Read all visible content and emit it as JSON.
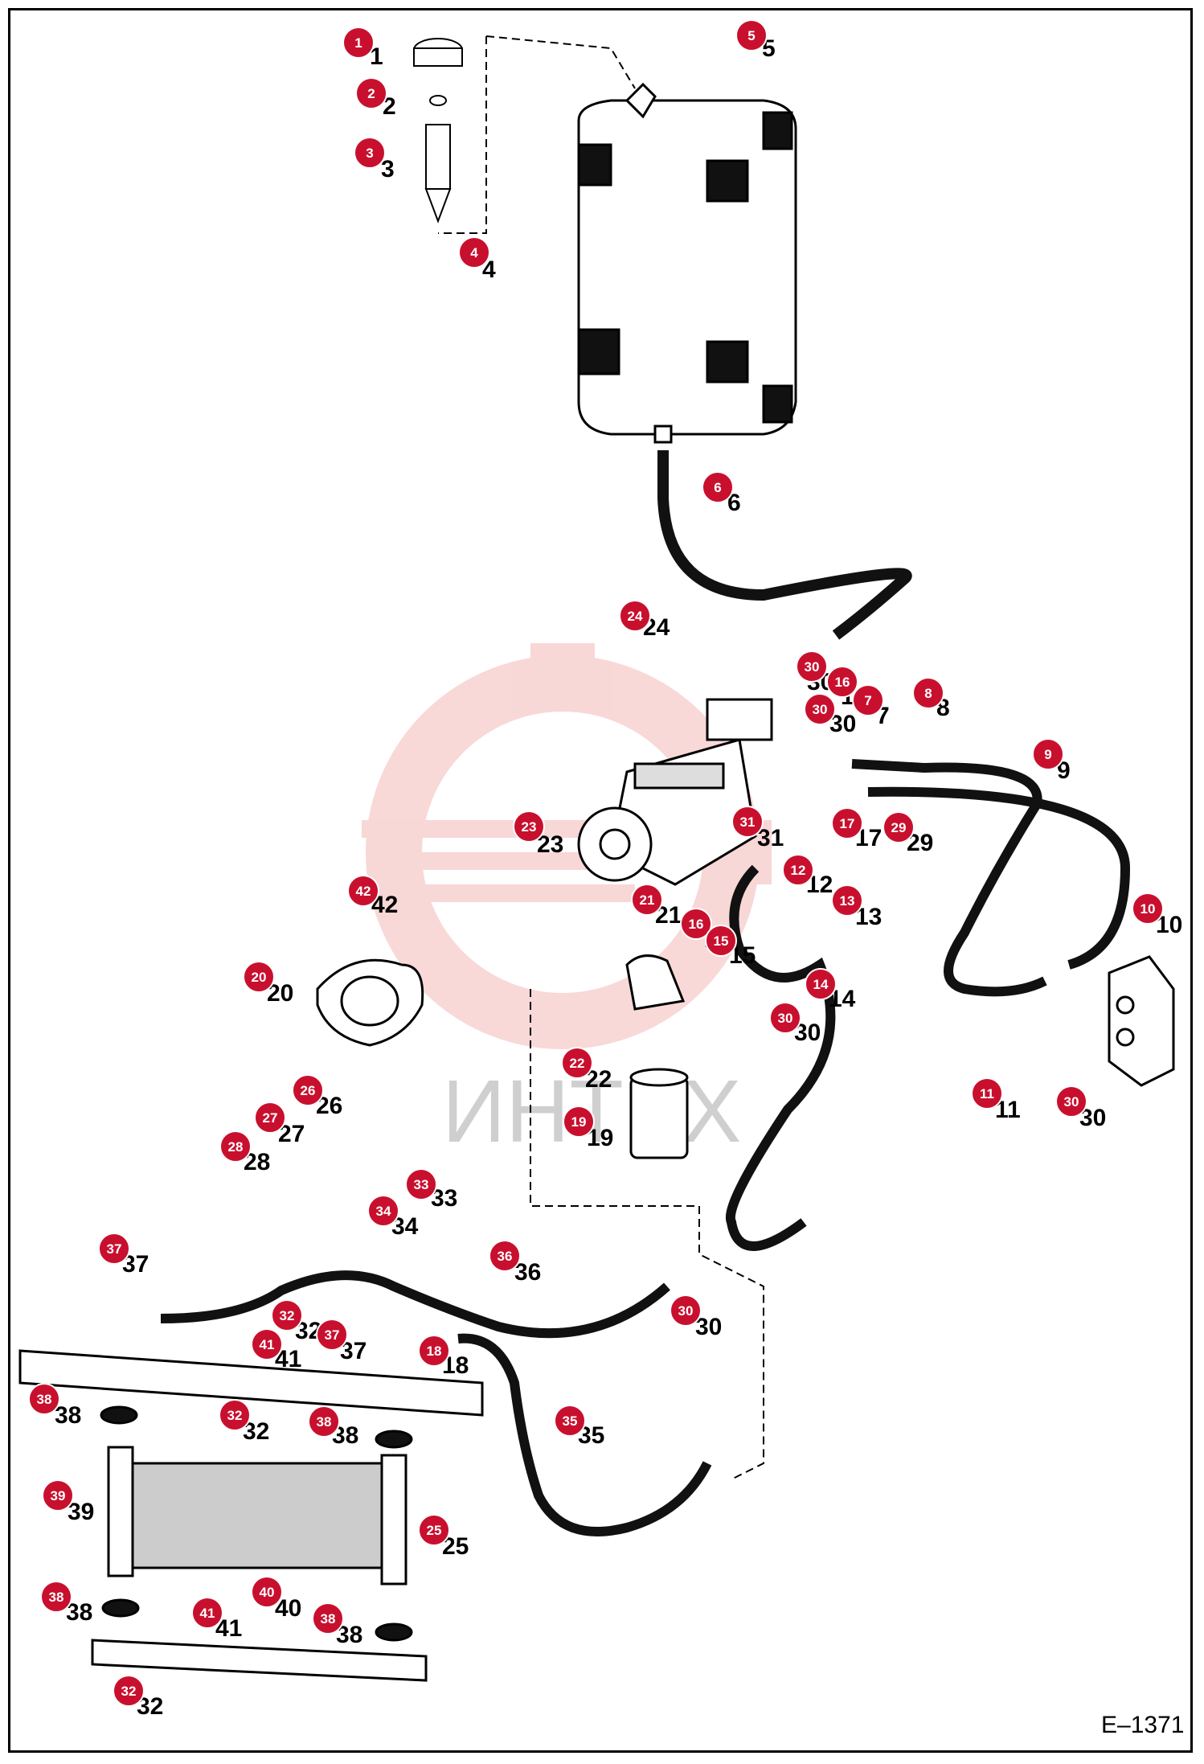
{
  "diagram": {
    "code": "E–1371",
    "watermark": "ИНТЕХ",
    "colors": {
      "badge": "#c8102e",
      "hose": "#111111",
      "line": "#000000",
      "watermark_logo": "#f4b8b8"
    },
    "callouts": [
      {
        "id": "c1",
        "badge": "1",
        "number": "1"
      },
      {
        "id": "c2",
        "badge": "2",
        "number": "2"
      },
      {
        "id": "c3",
        "badge": "3",
        "number": "3"
      },
      {
        "id": "c4",
        "badge": "4",
        "number": "4"
      },
      {
        "id": "c5",
        "badge": "5",
        "number": "5"
      },
      {
        "id": "c6",
        "badge": "6",
        "number": "6"
      },
      {
        "id": "c24",
        "badge": "24",
        "number": "24"
      },
      {
        "id": "c30a",
        "badge": "30",
        "number": "30"
      },
      {
        "id": "c16a",
        "badge": "16",
        "number": "16"
      },
      {
        "id": "c30b",
        "badge": "30",
        "number": "30"
      },
      {
        "id": "c7",
        "badge": "7",
        "number": "7"
      },
      {
        "id": "c8",
        "badge": "8",
        "number": "8"
      },
      {
        "id": "c9",
        "badge": "9",
        "number": "9"
      },
      {
        "id": "c23",
        "badge": "23",
        "number": "23"
      },
      {
        "id": "c31",
        "badge": "31",
        "number": "31"
      },
      {
        "id": "c17",
        "badge": "17",
        "number": "17"
      },
      {
        "id": "c29",
        "badge": "29",
        "number": "29"
      },
      {
        "id": "c12",
        "badge": "12",
        "number": "12"
      },
      {
        "id": "c13",
        "badge": "13",
        "number": "13"
      },
      {
        "id": "c21",
        "badge": "21",
        "number": "21"
      },
      {
        "id": "c42",
        "badge": "42",
        "number": "42"
      },
      {
        "id": "c10",
        "badge": "10",
        "number": "10"
      },
      {
        "id": "c16b",
        "badge": "16",
        "number": "16"
      },
      {
        "id": "c15",
        "badge": "15",
        "number": "15"
      },
      {
        "id": "c14",
        "badge": "14",
        "number": "14"
      },
      {
        "id": "c30c",
        "badge": "30",
        "number": "30"
      },
      {
        "id": "c20",
        "badge": "20",
        "number": "20"
      },
      {
        "id": "c26",
        "badge": "26",
        "number": "26"
      },
      {
        "id": "c22",
        "badge": "22",
        "number": "22"
      },
      {
        "id": "c11",
        "badge": "11",
        "number": "11"
      },
      {
        "id": "c30d",
        "badge": "30",
        "number": "30"
      },
      {
        "id": "c27",
        "badge": "27",
        "number": "27"
      },
      {
        "id": "c28",
        "badge": "28",
        "number": "28"
      },
      {
        "id": "c19",
        "badge": "19",
        "number": "19"
      },
      {
        "id": "c33",
        "badge": "33",
        "number": "33"
      },
      {
        "id": "c34",
        "badge": "34",
        "number": "34"
      },
      {
        "id": "c37a",
        "badge": "37",
        "number": "37"
      },
      {
        "id": "c36",
        "badge": "36",
        "number": "36"
      },
      {
        "id": "c30e",
        "badge": "30",
        "number": "30"
      },
      {
        "id": "c32a",
        "badge": "32",
        "number": "32"
      },
      {
        "id": "c37b",
        "badge": "37",
        "number": "37"
      },
      {
        "id": "c41a",
        "badge": "41",
        "number": "41"
      },
      {
        "id": "c18",
        "badge": "18",
        "number": "18"
      },
      {
        "id": "c38a",
        "badge": "38",
        "number": "38"
      },
      {
        "id": "c32b",
        "badge": "32",
        "number": "32"
      },
      {
        "id": "c38b",
        "badge": "38",
        "number": "38"
      },
      {
        "id": "c35",
        "badge": "35",
        "number": "35"
      },
      {
        "id": "c39",
        "badge": "39",
        "number": "39"
      },
      {
        "id": "c25",
        "badge": "25",
        "number": "25"
      },
      {
        "id": "c40",
        "badge": "40",
        "number": "40"
      },
      {
        "id": "c38c",
        "badge": "38",
        "number": "38"
      },
      {
        "id": "c41b",
        "badge": "41",
        "number": "41"
      },
      {
        "id": "c38d",
        "badge": "38",
        "number": "38"
      },
      {
        "id": "c32c",
        "badge": "32",
        "number": "32"
      }
    ]
  }
}
